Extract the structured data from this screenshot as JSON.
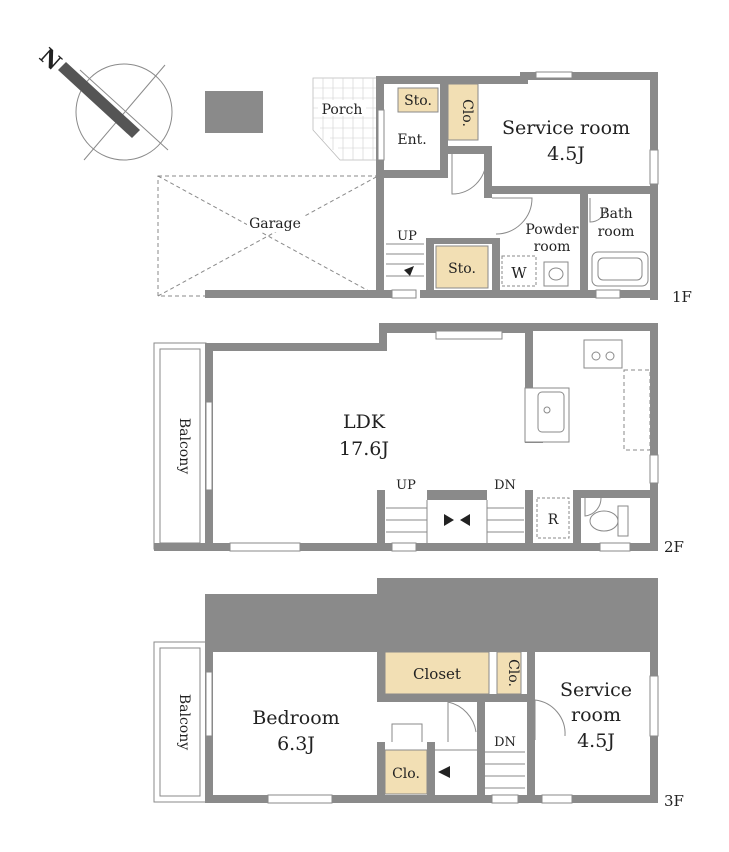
{
  "compass": {
    "north_label": "N",
    "icon": "north-arrow-icon"
  },
  "floors": {
    "f1": {
      "floor_label": "1F",
      "rooms": {
        "porch": "Porch",
        "entrance": "Ent.",
        "storage_top": "Sto.",
        "closet": "Clo.",
        "service_room_name": "Service room",
        "service_room_size": "4.5J",
        "garage": "Garage",
        "powder_room_line1": "Powder",
        "powder_room_line2": "room",
        "bath_room_line1": "Bath",
        "bath_room_line2": "room",
        "storage_bottom": "Sto.",
        "washer": "W",
        "stair": "UP"
      }
    },
    "f2": {
      "floor_label": "2F",
      "rooms": {
        "ldk_name": "LDK",
        "ldk_size": "17.6J",
        "balcony": "Balcony",
        "stair_up": "UP",
        "stair_down": "DN",
        "fridge": "R"
      }
    },
    "f3": {
      "floor_label": "3F",
      "rooms": {
        "bedroom_name": "Bedroom",
        "bedroom_size": "6.3J",
        "closet_large": "Closet",
        "closet_small_right": "Clo.",
        "closet_small_bottom": "Clo.",
        "service_room_line1": "Service",
        "service_room_line2": "room",
        "service_room_size": "4.5J",
        "balcony": "Balcony",
        "stair_down": "DN"
      }
    }
  },
  "colors": {
    "wall": "#8a8a8a",
    "storage_fill": "#f2dfb4",
    "text": "#222222"
  }
}
